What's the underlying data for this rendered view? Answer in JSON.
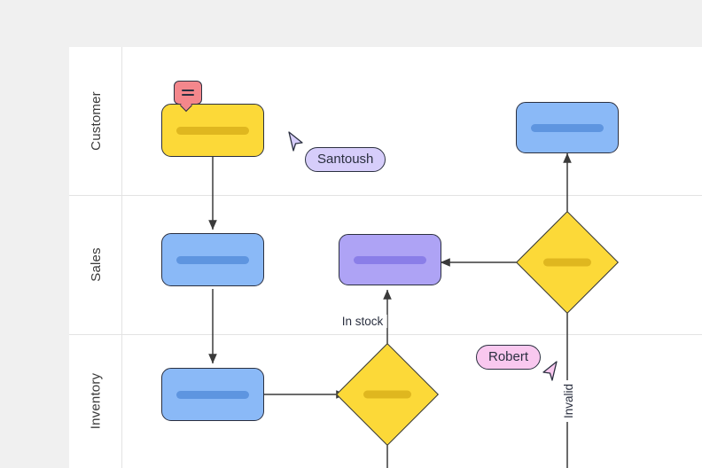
{
  "app": {
    "background_color": "#f0f0f0",
    "canvas_color": "#ffffff"
  },
  "lanes": [
    {
      "id": "customer",
      "label": "Customer"
    },
    {
      "id": "sales",
      "label": "Sales"
    },
    {
      "id": "inventory",
      "label": "Inventory"
    }
  ],
  "nodes": [
    {
      "id": "n1",
      "lane": "customer",
      "shape": "rounded-rect",
      "color": "#fcd938",
      "bar_color": "#dfb71f",
      "label": ""
    },
    {
      "id": "n2",
      "lane": "customer",
      "shape": "rounded-rect",
      "color": "#8ab9f7",
      "bar_color": "#5e95e0",
      "label": ""
    },
    {
      "id": "n3",
      "lane": "sales",
      "shape": "rounded-rect",
      "color": "#8ab9f7",
      "bar_color": "#5e95e0",
      "label": ""
    },
    {
      "id": "n4",
      "lane": "sales",
      "shape": "rounded-rect",
      "color": "#aea3f5",
      "bar_color": "#8a7ee8",
      "label": ""
    },
    {
      "id": "n5",
      "lane": "sales",
      "shape": "diamond",
      "color": "#fcd938",
      "bar_color": "#dfb71f",
      "label": ""
    },
    {
      "id": "n6",
      "lane": "inventory",
      "shape": "rounded-rect",
      "color": "#8ab9f7",
      "bar_color": "#5e95e0",
      "label": ""
    },
    {
      "id": "n7",
      "lane": "inventory",
      "shape": "diamond",
      "color": "#fcd938",
      "bar_color": "#dfb71f",
      "label": ""
    }
  ],
  "edge_labels": {
    "in_stock": "In stock",
    "invalid": "Invalid"
  },
  "annotations": {
    "comment_badge": {
      "icon": "comment-icon",
      "color": "#f4878c",
      "line_count": 2
    }
  },
  "collaborators": [
    {
      "name": "Santoush",
      "pill_color": "#d6cdfa",
      "cursor_color": "#d6cdfa"
    },
    {
      "name": "Robert",
      "pill_color": "#f9c8ef",
      "cursor_color": "#f9c8ef"
    }
  ]
}
